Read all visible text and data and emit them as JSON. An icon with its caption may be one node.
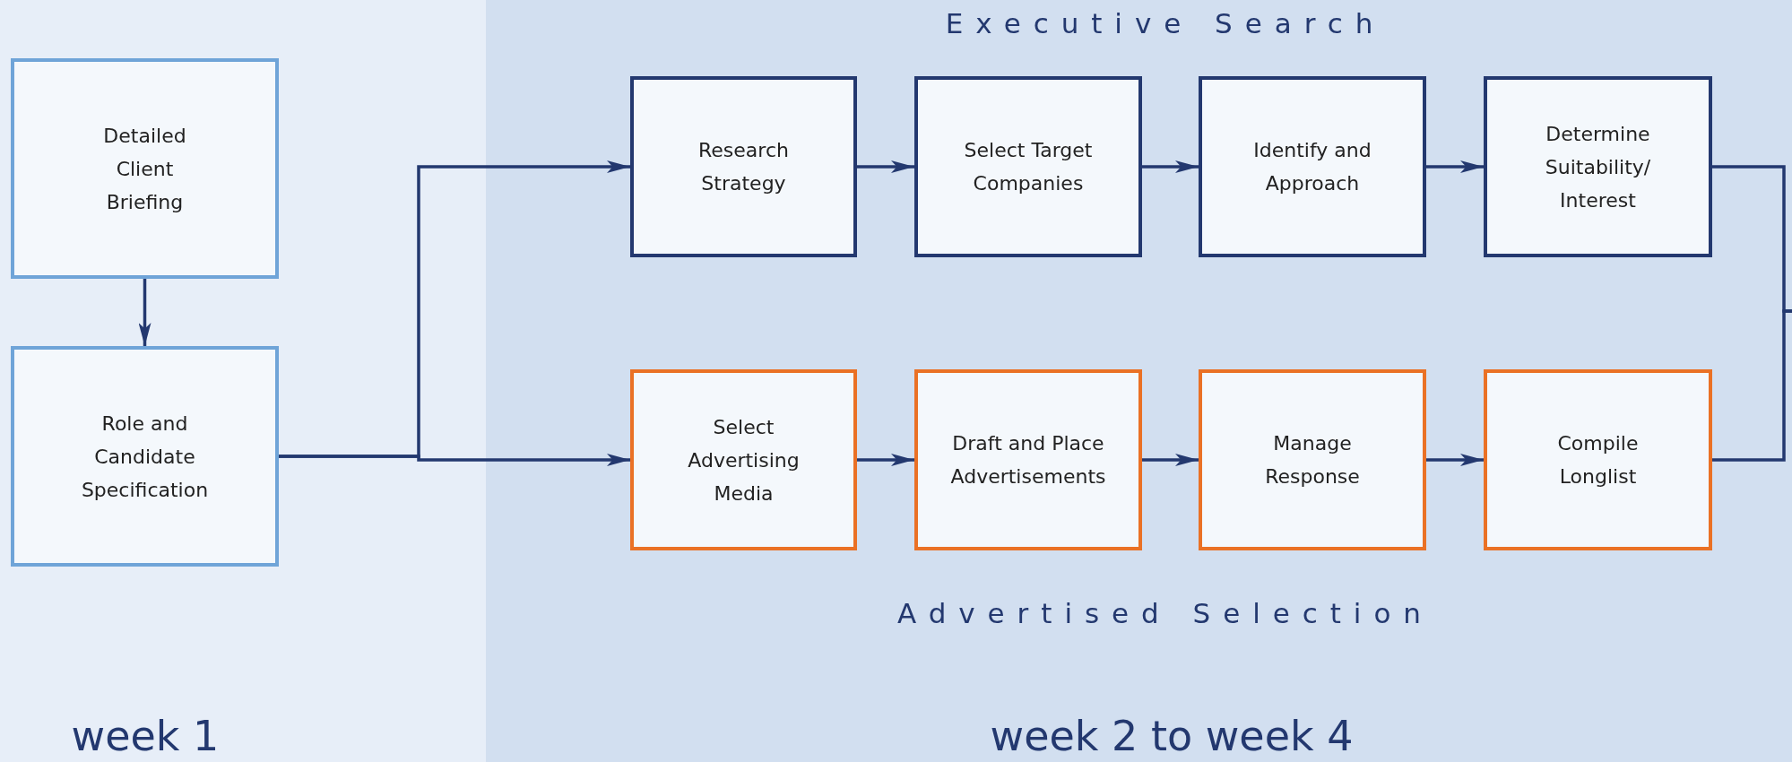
{
  "diagram": {
    "nodes": [
      {
        "text": [
          "Detailed Client Briefing"
        ]
      },
      {
        "text": [
          "Role and Candidate Specification"
        ]
      },
      {
        "text": [
          "Research Strategy"
        ]
      },
      {
        "text": [
          "Select Target Companies"
        ]
      },
      {
        "text": [
          "Identify and Approach"
        ]
      },
      {
        "text": [
          "Determine Suitability/ Interest"
        ]
      },
      {
        "text": [
          "Select Advertising Media"
        ]
      },
      {
        "text": [
          "Draft and Place Advertisements"
        ]
      },
      {
        "text": [
          "Manage Response"
        ]
      },
      {
        "text": [
          "Compile Longlist"
        ]
      }
    ],
    "edges": [
      {
        "from": 0,
        "to": 1,
        "arrow": "to"
      },
      {
        "from": 1,
        "to": 2,
        "arrow": "to"
      },
      {
        "from": 1,
        "to": 6,
        "arrow": "to"
      },
      {
        "from": 2,
        "to": 3,
        "arrow": "to"
      },
      {
        "from": 3,
        "to": 4,
        "arrow": "to"
      },
      {
        "from": 4,
        "to": 5,
        "arrow": "to"
      },
      {
        "from": 6,
        "to": 7,
        "arrow": "to"
      },
      {
        "from": 7,
        "to": 8,
        "arrow": "to"
      },
      {
        "from": 8,
        "to": 9,
        "arrow": "to"
      },
      {
        "from": 5,
        "to": null,
        "arrow": "none"
      },
      {
        "from": 9,
        "to": null,
        "arrow": "none"
      }
    ],
    "labels": [
      "Executive Search",
      "Advertised Selection",
      "week 1",
      "week 2 to week 4"
    ]
  }
}
